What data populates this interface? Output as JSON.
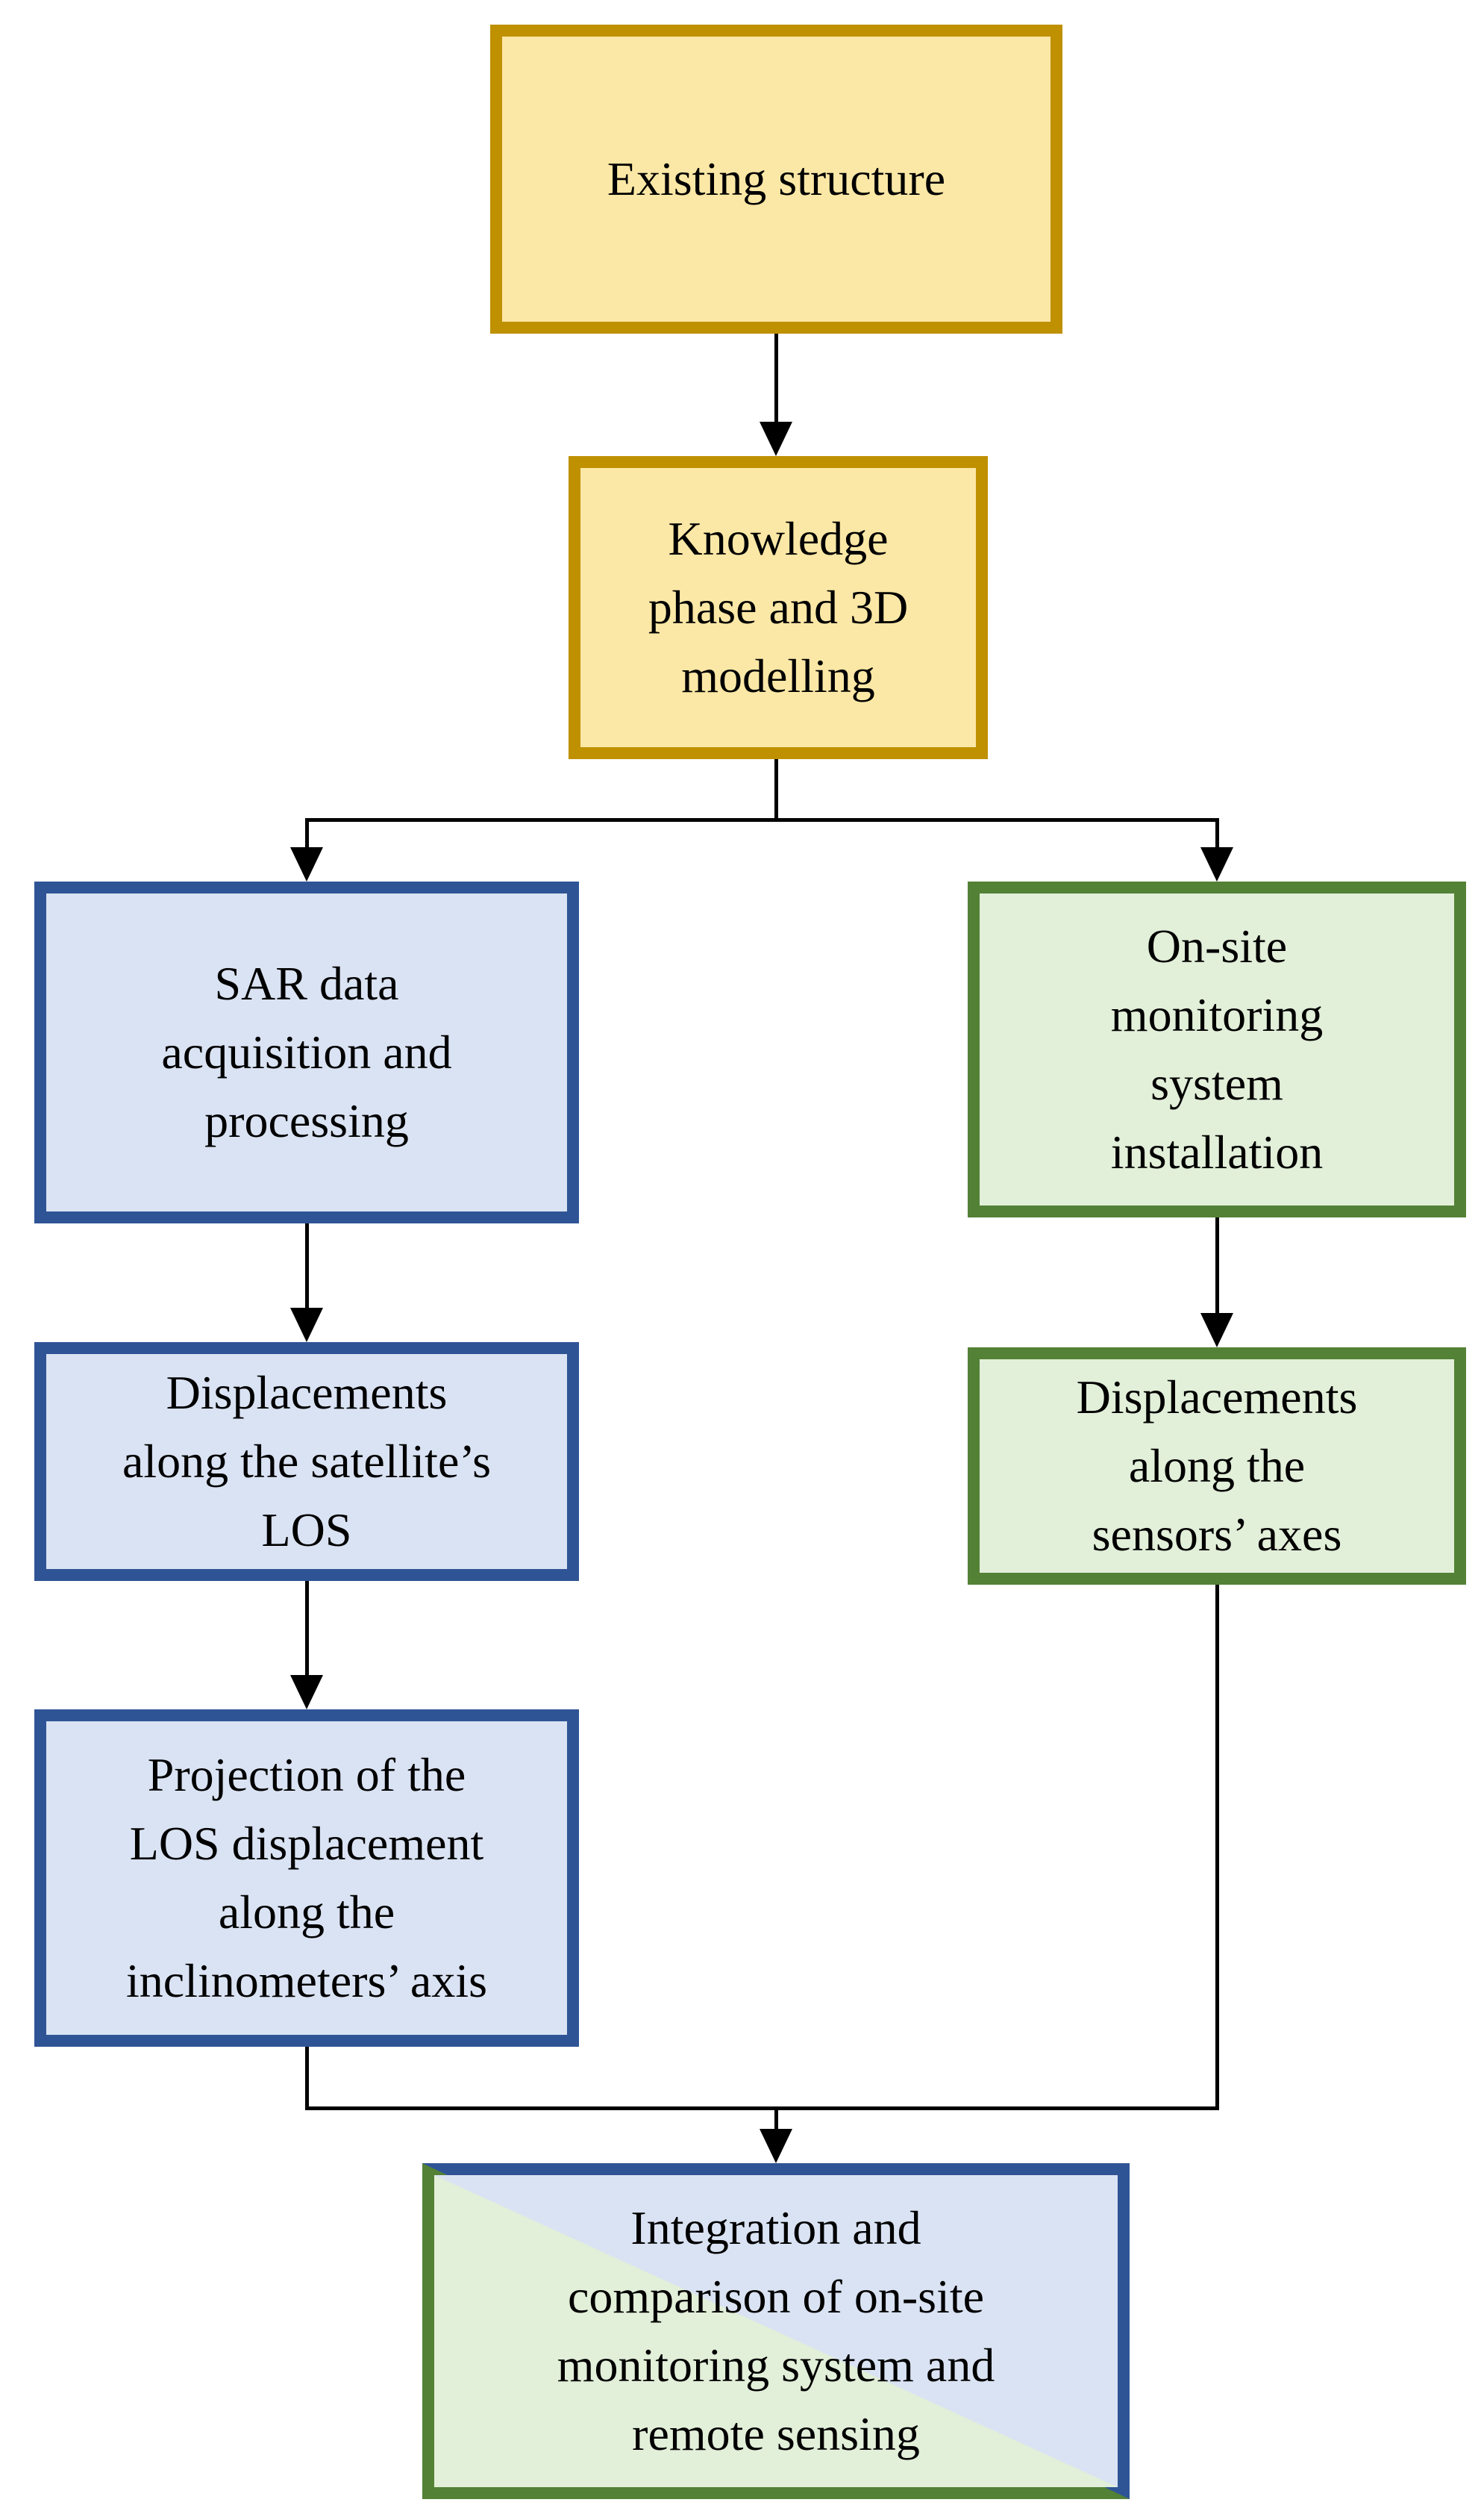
{
  "diagram": {
    "type": "flowchart",
    "nodes": {
      "existing_structure": {
        "label": "Existing structure",
        "theme": "gold"
      },
      "knowledge_phase": {
        "label": "Knowledge\nphase and 3D\nmodelling",
        "theme": "gold"
      },
      "sar_data": {
        "label": "SAR data\nacquisition and\nprocessing",
        "theme": "blue"
      },
      "onsite_monitoring": {
        "label": "On-site\nmonitoring\nsystem\ninstallation",
        "theme": "green"
      },
      "displacements_los": {
        "label": "Displacements\nalong the satellite’s\nLOS",
        "theme": "blue"
      },
      "displacements_sensors": {
        "label": "Displacements\nalong the\nsensors’ axes",
        "theme": "green"
      },
      "projection_los": {
        "label": "Projection of the\nLOS displacement\nalong the\ninclinometers’ axis",
        "theme": "blue"
      },
      "integration": {
        "label": "Integration and\ncomparison of on-site\nmonitoring system and\nremote sensing",
        "theme": "split_blue_green"
      }
    },
    "edges": [
      "existing_structure -> knowledge_phase",
      "knowledge_phase -> sar_data",
      "knowledge_phase -> onsite_monitoring",
      "sar_data -> displacements_los",
      "onsite_monitoring -> displacements_sensors",
      "displacements_los -> projection_los",
      "projection_los -> integration",
      "displacements_sensors -> integration"
    ],
    "themes": {
      "gold": {
        "fill": "#FCE8A6",
        "border": "#BF9000"
      },
      "blue": {
        "fill": "#DAE3F3",
        "border": "#2F5496"
      },
      "green": {
        "fill": "#E2EFD9",
        "border": "#538135"
      }
    },
    "connector_color": "#000000",
    "background_color": "#FFFFFF",
    "text_color": "#000000"
  }
}
